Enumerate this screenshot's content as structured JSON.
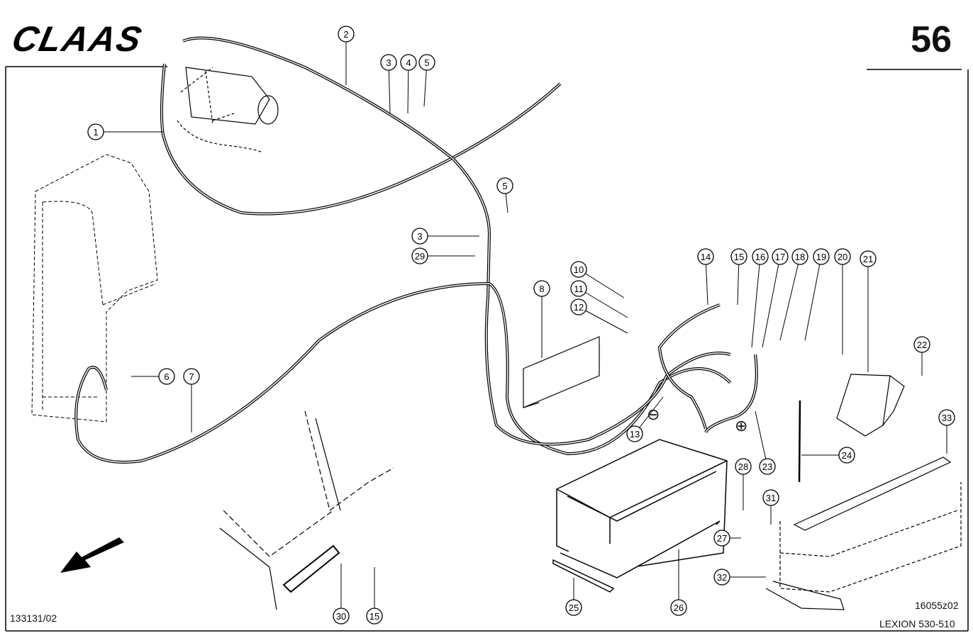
{
  "header": {
    "logo": "CLAAS",
    "page_number": "56"
  },
  "footer": {
    "drawing_left": "133131/02",
    "drawing_right": "16055z02",
    "model": "LEXION 530-510"
  },
  "symbols": {
    "minus": "⊖",
    "plus": "⊕"
  },
  "callouts": [
    "1",
    "2",
    "3",
    "4",
    "5",
    "5",
    "3",
    "29",
    "6",
    "7",
    "8",
    "10",
    "11",
    "12",
    "13",
    "14",
    "15",
    "16",
    "17",
    "18",
    "19",
    "20",
    "21",
    "22",
    "23",
    "24",
    "25",
    "26",
    "27",
    "28",
    "31",
    "32",
    "33",
    "30",
    "15"
  ]
}
